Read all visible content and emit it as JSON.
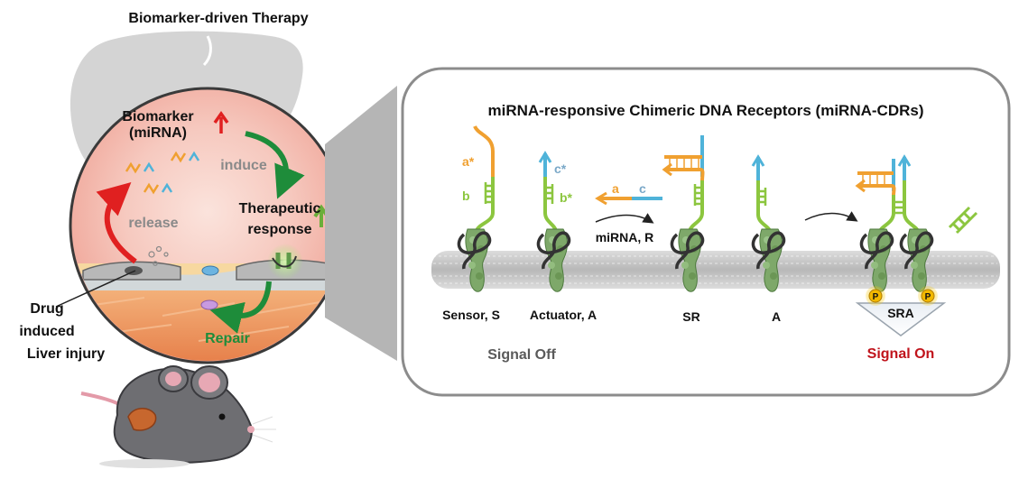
{
  "left": {
    "title": "Biomarker-driven Therapy",
    "biomarker_line1": "Biomarker",
    "biomarker_line2": "(miRNA)",
    "induce": "induce",
    "release": "release",
    "therapeutic_line1": "Therapeutic",
    "therapeutic_line2": "response",
    "repair": "Repair",
    "injury_line1": "Drug",
    "injury_line2": "induced",
    "injury_line3": "Liver injury"
  },
  "right": {
    "title": "miRNA-responsive Chimeric DNA Receptors (miRNA-CDRs)",
    "strand_a_star": "a*",
    "strand_b": "b",
    "strand_c_star": "c*",
    "strand_b_star": "b*",
    "mirna_a": "a",
    "mirna_c": "c",
    "arrow_label": "miRNA, R",
    "labels": {
      "sensor": "Sensor, S",
      "actuator": "Actuator, A",
      "sr": "SR",
      "a": "A",
      "sra": "SRA"
    },
    "phospho": "P",
    "signal_off": "Signal Off",
    "signal_on": "Signal On"
  },
  "colors": {
    "orange": "#F0A030",
    "green": "#8CC63F",
    "blue": "#4FB3D9",
    "red_arrow": "#E02020",
    "green_arrow": "#1E8C3A",
    "signal_on": "#C0141C",
    "signal_off": "#5A5A5A"
  }
}
